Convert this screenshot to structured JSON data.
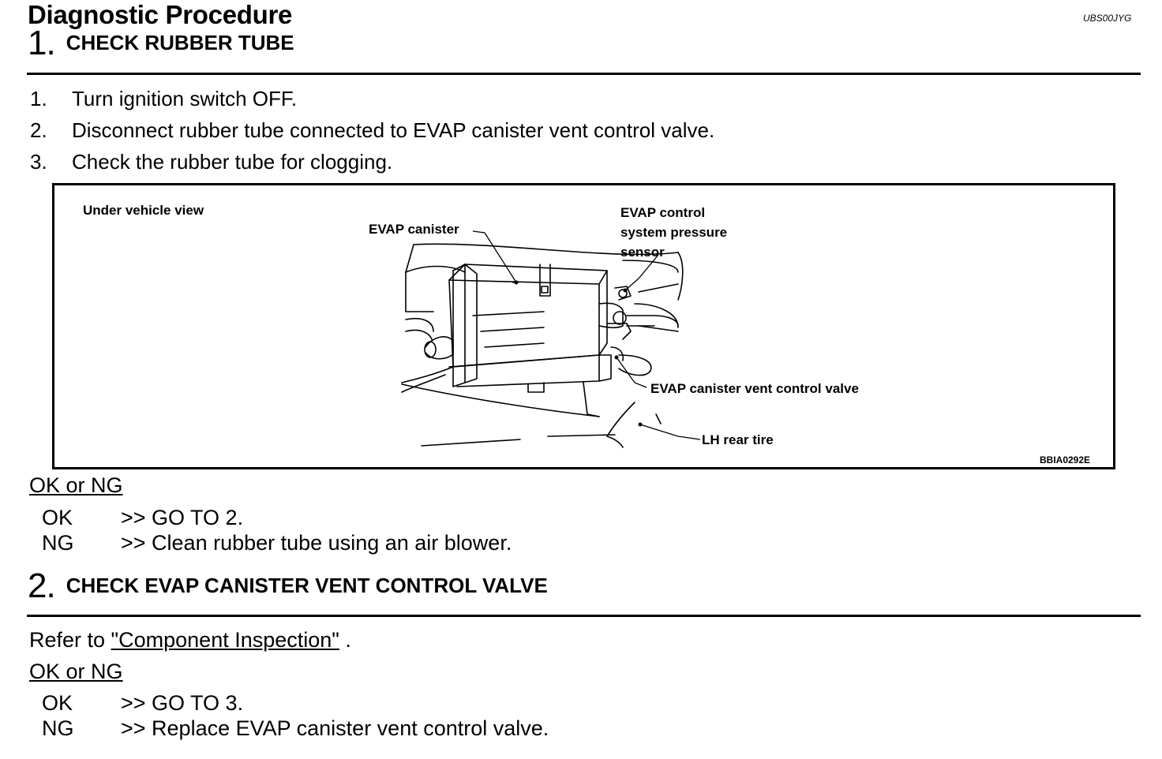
{
  "header": {
    "title": "Diagnostic Procedure",
    "doc_code": "UBS00JYG"
  },
  "step1": {
    "number": "1.",
    "heading": "CHECK RUBBER TUBE",
    "instructions": [
      {
        "n": "1.",
        "text": "Turn ignition switch OFF."
      },
      {
        "n": "2.",
        "text": "Disconnect rubber tube connected to EVAP canister vent control valve."
      },
      {
        "n": "3.",
        "text": "Check the rubber tube for clogging."
      }
    ],
    "figure": {
      "view_label": "Under vehicle view",
      "callouts": {
        "evap_canister": "EVAP canister",
        "pressure_sensor": [
          "EVAP control",
          "system pressure",
          "sensor"
        ],
        "vent_valve": "EVAP canister vent control valve",
        "rear_tire": "LH rear tire"
      },
      "figure_code": "BBIA0292E"
    },
    "ok_ng_label": "OK or NG",
    "results": [
      {
        "key": "OK",
        "text": ">> GO TO 2."
      },
      {
        "key": "NG",
        "text": ">> Clean rubber tube using an air blower."
      }
    ]
  },
  "step2": {
    "number": "2.",
    "heading": "CHECK EVAP CANISTER VENT CONTROL VALVE",
    "refer_prefix": "Refer to ",
    "refer_link": "\"Component Inspection\"",
    "refer_suffix": " .",
    "ok_ng_label": "OK or NG",
    "results": [
      {
        "key": "OK",
        "text": ">> GO TO 3."
      },
      {
        "key": "NG",
        "text": ">> Replace EVAP canister vent control valve."
      }
    ]
  }
}
